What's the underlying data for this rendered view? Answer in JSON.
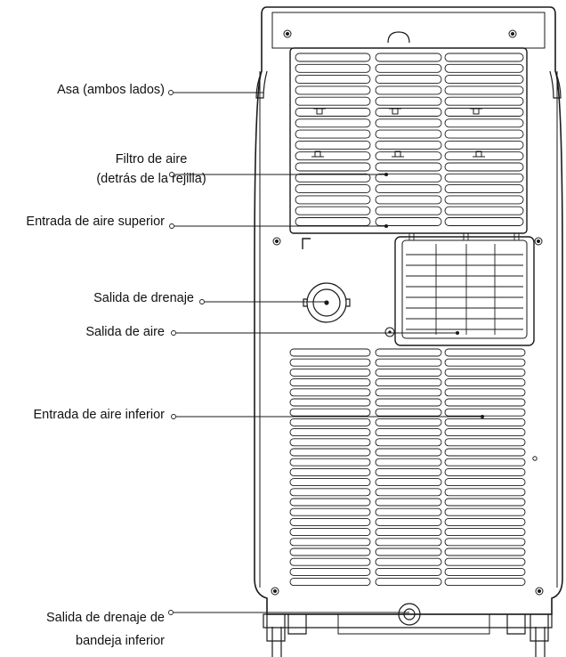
{
  "labels": {
    "handle": "Asa (ambos lados)",
    "air_filter_line1": "Filtro de aire",
    "air_filter_line2": "(detrás de la rejilla)",
    "upper_air_inlet": "Entrada de aire superior",
    "drain_outlet": "Salida de drenaje",
    "air_outlet": "Salida de aire",
    "lower_air_inlet": "Entrada de aire inferior",
    "bottom_tray_drain_line1": "Salida de drenaje de",
    "bottom_tray_drain_line2": "bandeja inferior"
  },
  "colors": {
    "line": "#1a1a1a",
    "background": "#ffffff"
  }
}
